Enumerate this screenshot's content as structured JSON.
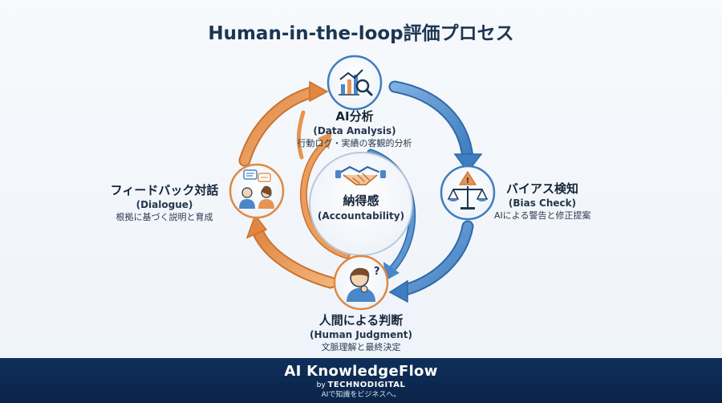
{
  "title": "Human-in-the-loop評価プロセス",
  "nodes": {
    "ai_analysis": {
      "title": "AI分析",
      "subtitle": "(Data Analysis)",
      "description": "行動ログ・実績の客観的分析",
      "icon": "chart-magnifier-icon"
    },
    "bias_check": {
      "title": "バイアス検知",
      "subtitle": "(Bias Check)",
      "description": "AIによる警告と修正提案",
      "icon": "warning-scale-icon"
    },
    "human_judgment": {
      "title": "人間による判断",
      "subtitle": "(Human Judgment)",
      "description": "文脈理解と最終決定",
      "icon": "thinking-person-icon"
    },
    "dialogue": {
      "title": "フィードバック対話",
      "subtitle": "(Dialogue)",
      "description": "根拠に基づく説明と育成",
      "icon": "conversation-icon"
    }
  },
  "center": {
    "title": "納得感",
    "subtitle": "(Accountability)",
    "icon": "handshake-icon"
  },
  "colors": {
    "blue": "#4a86c8",
    "orange": "#e59452",
    "navy": "#1c3553",
    "footer": "#0f2f5a"
  },
  "footer": {
    "brand": "AI KnowledgeFlow",
    "by": "by",
    "company": "TECHNODIGITAL",
    "tagline": "AIで知識をビジネスへ。"
  }
}
